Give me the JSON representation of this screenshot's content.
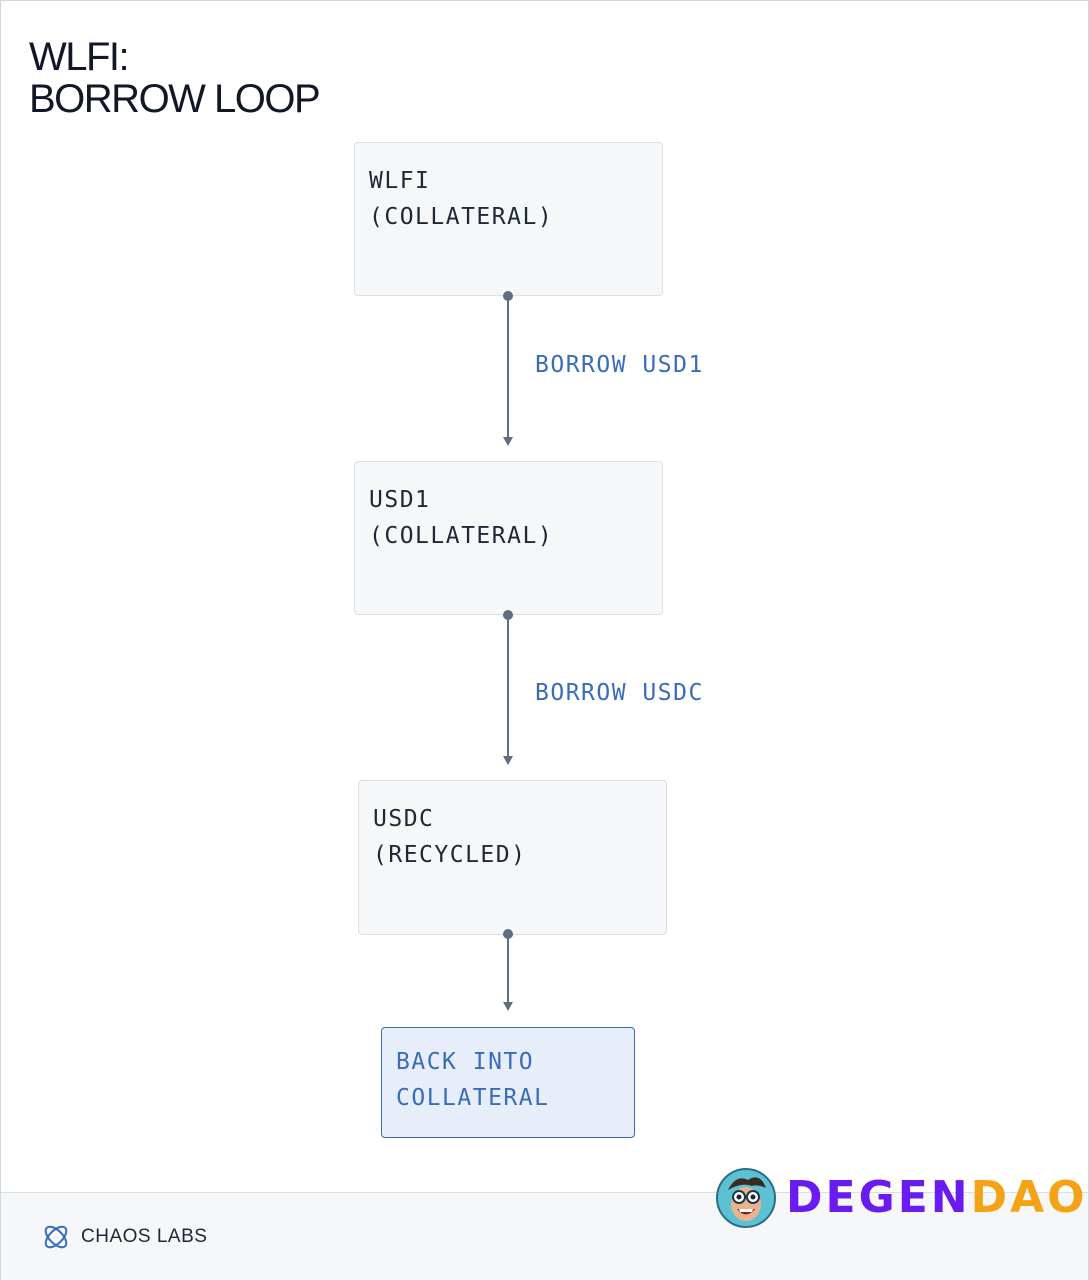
{
  "title": {
    "line1": "WLFI:",
    "line2": "BORROW LOOP"
  },
  "nodes": [
    {
      "line1": "WLFI",
      "line2": "(COLLATERAL)"
    },
    {
      "line1": "USD1",
      "line2": "(COLLATERAL)"
    },
    {
      "line1": "USDC",
      "line2": "(RECYCLED)"
    },
    {
      "line1": "BACK INTO",
      "line2": "COLLATERAL"
    }
  ],
  "edges": [
    {
      "label": "BORROW USD1"
    },
    {
      "label": "BORROW USDC"
    },
    {
      "label": ""
    }
  ],
  "footer": {
    "brand": "CHAOS LABS"
  },
  "watermark": {
    "part1": "DEGEN",
    "part2": "DAO!"
  },
  "colors": {
    "accent": "#3a6cbd",
    "connector": "#5f6f80",
    "degen_purple": "#6a1bf0",
    "degen_orange": "#f5a316"
  }
}
